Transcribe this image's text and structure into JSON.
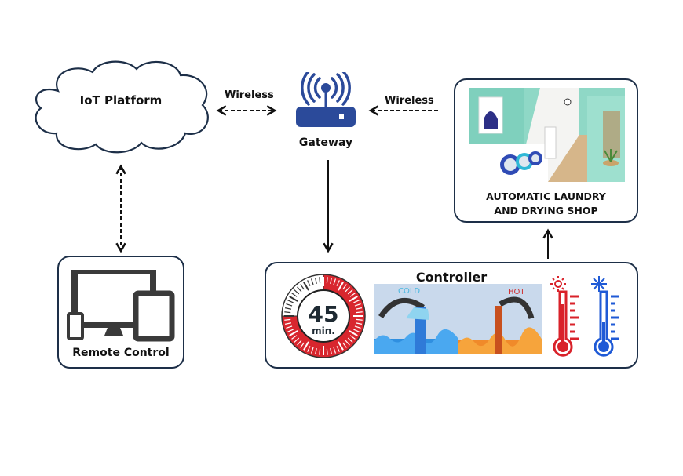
{
  "diagram": {
    "nodes": {
      "iot_platform": {
        "label": "IoT Platform",
        "shape": "cloud"
      },
      "gateway": {
        "label": "Gateway",
        "icon": "wifi-router-icon"
      },
      "laundry_shop": {
        "label_line1": "AUTOMATIC LAUNDRY",
        "label_line2": "AND DRYING SHOP",
        "image": "laundry-shop-photo"
      },
      "remote_control": {
        "label": "Remote Control",
        "icon": "devices-icon"
      },
      "controller": {
        "label": "Controller",
        "timer": {
          "value": "45",
          "unit": "min.",
          "elapsed_fraction": 0.25
        },
        "cold_label": "COLD",
        "hot_label": "HOT",
        "hot_icon": "hot-thermometer-icon",
        "cold_icon": "cold-thermometer-icon"
      }
    },
    "edges": [
      {
        "from": "iot_platform",
        "to": "gateway",
        "label": "Wireless",
        "style": "dashed",
        "direction": "both"
      },
      {
        "from": "laundry_shop",
        "to": "gateway",
        "label": "Wireless",
        "style": "dashed",
        "direction": "forward"
      },
      {
        "from": "iot_platform",
        "to": "remote_control",
        "label": "",
        "style": "dashed",
        "direction": "both"
      },
      {
        "from": "gateway",
        "to": "controller",
        "label": "",
        "style": "solid",
        "direction": "forward"
      },
      {
        "from": "controller",
        "to": "laundry_shop",
        "label": "",
        "style": "solid",
        "direction": "forward"
      }
    ],
    "colors": {
      "border": "#1d2f48",
      "gateway_blue": "#2b4a9a",
      "hot_red": "#d9222a",
      "cold_blue": "#1f5ad6",
      "timer_red": "#d8262e"
    }
  }
}
